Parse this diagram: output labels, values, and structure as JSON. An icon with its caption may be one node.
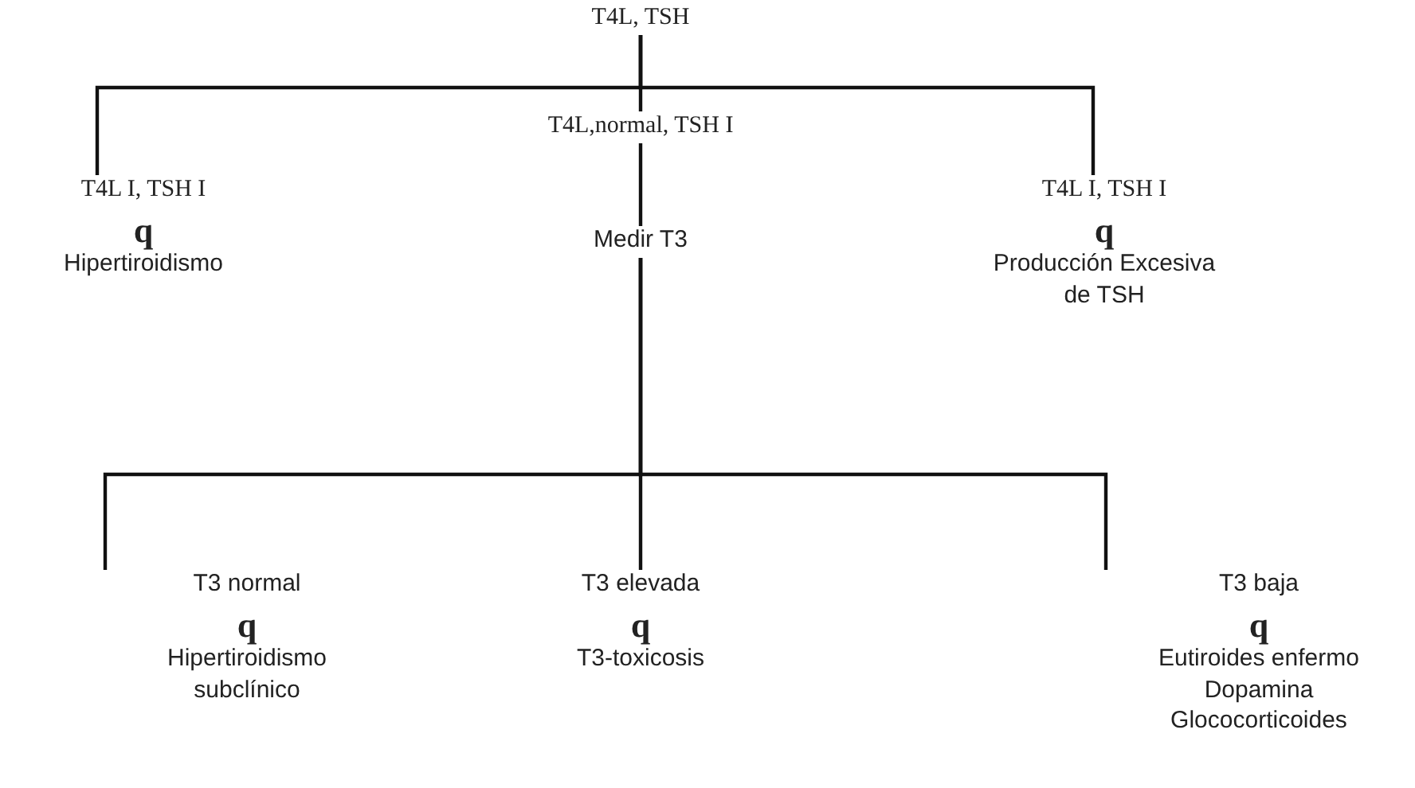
{
  "diagram": {
    "nodes": [
      {
        "text": [
          "T4L, TSH"
        ]
      },
      {
        "text": [
          "T4L,normal, TSH I"
        ]
      },
      {
        "text": [
          "T4L I, TSH I",
          "q",
          "Hipertiroidismo"
        ]
      },
      {
        "text": [
          "Medir T3"
        ]
      },
      {
        "text": [
          "T4L I, TSH I",
          "q",
          "Producción Excesiva de TSH"
        ]
      },
      {
        "text": [
          "T3 normal",
          "q",
          "Hipertiroidismo subclínico"
        ]
      },
      {
        "text": [
          "T3 elevada",
          "q",
          "T3-toxicosis"
        ]
      },
      {
        "text": [
          "T3 baja",
          "q",
          "Eutiroides enfermo Dopamina Glococorticoides"
        ]
      }
    ],
    "edges": [
      {
        "from": 0,
        "to": 2,
        "arrow": "none"
      },
      {
        "from": 0,
        "to": 1,
        "arrow": "none"
      },
      {
        "from": 0,
        "to": 4,
        "arrow": "none"
      },
      {
        "from": 1,
        "to": 3,
        "arrow": "none"
      },
      {
        "from": 3,
        "to": 5,
        "arrow": "none"
      },
      {
        "from": 3,
        "to": 6,
        "arrow": "none"
      },
      {
        "from": 3,
        "to": 7,
        "arrow": "none"
      }
    ]
  }
}
